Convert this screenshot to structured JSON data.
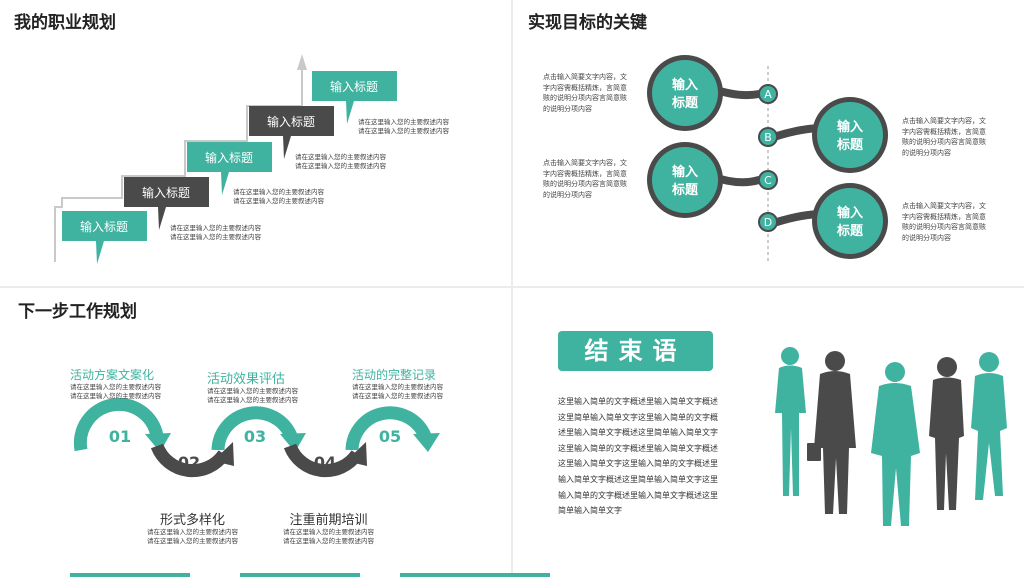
{
  "colors": {
    "teal": "#3fb3a0",
    "dark": "#4a4a4a"
  },
  "panel1": {
    "title": "我的职业规划",
    "steps": [
      {
        "label": "输入标题",
        "desc1": "请在这里输入您的主要叙述内容",
        "desc2": "请在这里输入您的主要叙述内容"
      },
      {
        "label": "输入标题",
        "desc1": "请在这里输入您的主要叙述内容",
        "desc2": "请在这里输入您的主要叙述内容"
      },
      {
        "label": "输入标题",
        "desc1": "请在这里输入您的主要叙述内容",
        "desc2": "请在这里输入您的主要叙述内容"
      },
      {
        "label": "输入标题",
        "desc1": "请在这里输入您的主要叙述内容",
        "desc2": "请在这里输入您的主要叙述内容"
      },
      {
        "label": "输入标题",
        "desc1": "请在这里输入您的主要叙述内容",
        "desc2": "请在这里输入您的主要叙述内容"
      }
    ]
  },
  "panel2": {
    "title": "实现目标的关键",
    "nodes": [
      {
        "letter": "A",
        "circle1": "输入",
        "circle2": "标题"
      },
      {
        "letter": "B",
        "circle1": "输入",
        "circle2": "标题"
      },
      {
        "letter": "C",
        "circle1": "输入",
        "circle2": "标题"
      },
      {
        "letter": "D",
        "circle1": "输入",
        "circle2": "标题"
      }
    ],
    "descs": [
      [
        "点击输入简要文字内容，文",
        "字内容需概括精炼，言简意",
        "赅的说明分项内容言简意赅",
        "的说明分项内容"
      ],
      [
        "点击输入简要文字内容，文",
        "字内容需概括精炼，言简意",
        "赅的说明分项内容言简意赅",
        "的说明分项内容"
      ],
      [
        "点击输入简要文字内容，文",
        "字内容需概括精炼，言简意",
        "赅的说明分项内容言简意赅",
        "的说明分项内容"
      ],
      [
        "点击输入简要文字内容，文",
        "字内容需概括精炼，言简意",
        "赅的说明分项内容言简意赅",
        "的说明分项内容"
      ]
    ]
  },
  "panel3": {
    "title": "下一步工作规划",
    "steps": [
      {
        "num": "01",
        "title": "活动方案文案化",
        "desc1": "请在这里输入您的主要叙述内容",
        "desc2": "请在这里输入您的主要叙述内容"
      },
      {
        "num": "02",
        "title": "形式多样化",
        "desc1": "请在这里输入您的主要叙述内容",
        "desc2": "请在这里输入您的主要叙述内容"
      },
      {
        "num": "03",
        "title": "活动效果评估",
        "desc1": "请在这里输入您的主要叙述内容",
        "desc2": "请在这里输入您的主要叙述内容"
      },
      {
        "num": "04",
        "title": "注重前期培训",
        "desc1": "请在这里输入您的主要叙述内容",
        "desc2": "请在这里输入您的主要叙述内容"
      },
      {
        "num": "05",
        "title": "活动的完整记录",
        "desc1": "请在这里输入您的主要叙述内容",
        "desc2": "请在这里输入您的主要叙述内容"
      }
    ]
  },
  "panel4": {
    "title": "结束语",
    "body": "这里输入简单的文字概述里输入简单文字概述这里简单输入简单文字这里输入简单的文字概述里输入简单文字概述这里简单输入简单文字这里输入简单的文字概述里输入简单文字概述这里输入简单文字这里输入简单的文字概述里输入简单文字概述这里简单输入简单文字这里输入简单的文字概述里输入简单文字概述这里简单输入简单文字"
  }
}
